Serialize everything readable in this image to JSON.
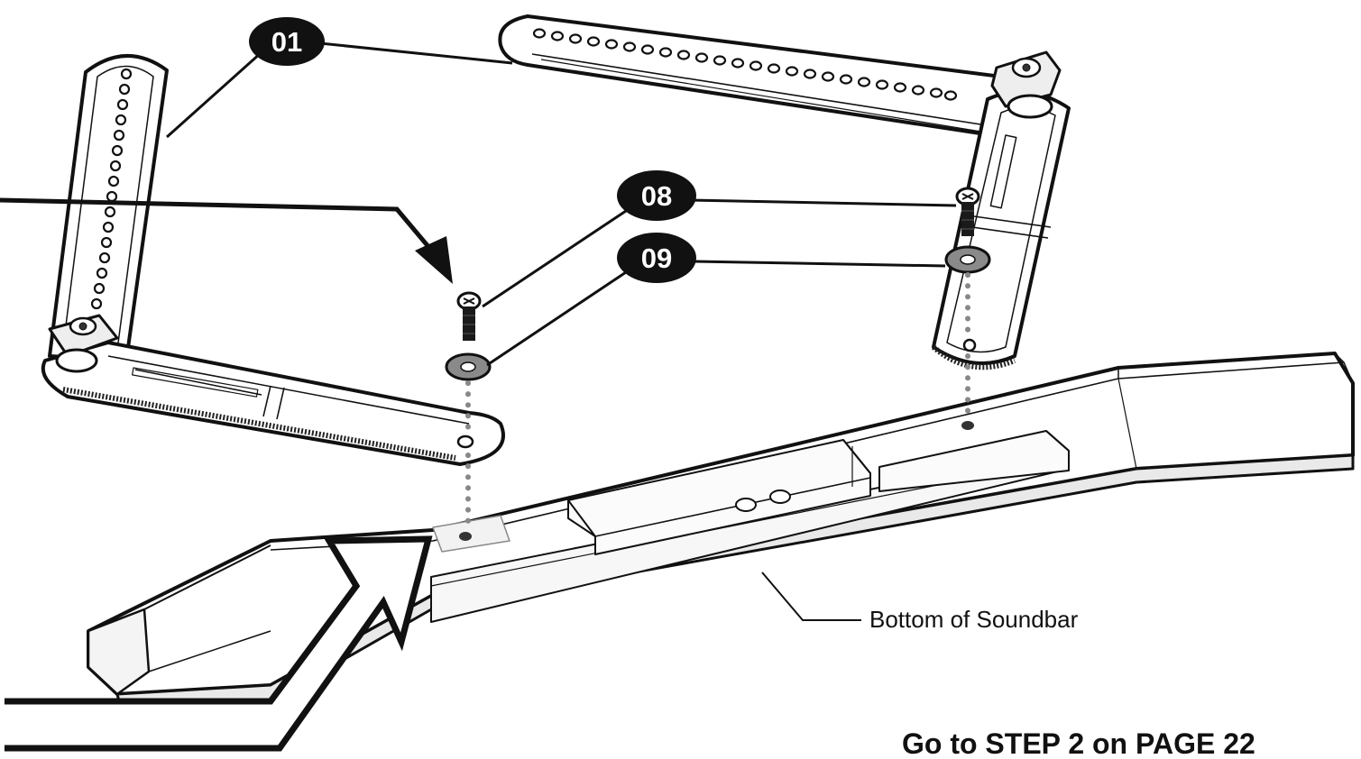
{
  "callouts": {
    "part_01": "01",
    "part_08": "08",
    "part_09": "09"
  },
  "labels": {
    "soundbar_bottom": "Bottom of Soundbar"
  },
  "footer": {
    "next_step": "Go to STEP 2 on PAGE 22"
  },
  "colors": {
    "ink": "#111111",
    "background": "#ffffff",
    "washer": "#8a8a8a",
    "screw": "#1a1a1a"
  }
}
